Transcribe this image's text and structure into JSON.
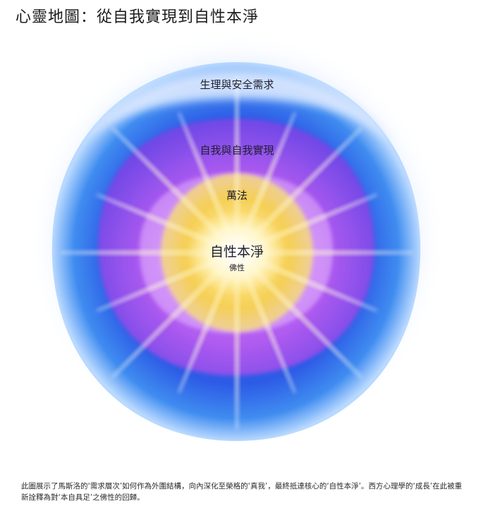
{
  "title": "心靈地圖：從自我實現到自性本淨",
  "layers": {
    "outer": "生理與安全需求",
    "middle": "自我與自我實現",
    "inner": "萬法",
    "core": "自性本淨",
    "core_sub": "佛性"
  },
  "caption": "此圖展示了馬斯洛的‘需求層次’如何作為外圍結構，向內深化至榮格的‘真我’，最終抵達核心的‘自性本淨’。西方心理學的‘成長’在此被重新詮釋為對‘本自具足’之佛性的回歸。",
  "colors": {
    "outer_ring": "#2f57e0",
    "outer_glow": "#cfe2ff",
    "middle_layer": "#b66cf0",
    "core_glow": "#f7d76a"
  }
}
